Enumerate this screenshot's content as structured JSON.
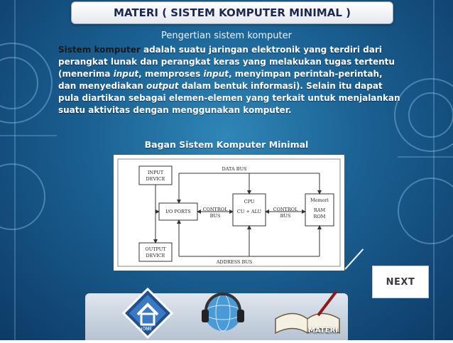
{
  "header": {
    "title": "MATERI ( SISTEM KOMPUTER MINIMAL )"
  },
  "subtitle": "Pengertian sistem komputer",
  "paragraph": {
    "highlight": "Sistem komputer",
    "part1": " adalah suatu jaringan elektronik yang terdiri dari perangkat lunak dan perangkat keras yang melakukan tugas tertentu (menerima ",
    "input1": "input",
    "part2": ", memproses ",
    "input2": "input",
    "part3": ", menyimpan perintah-perintah, dan menyediakan ",
    "output": "output",
    "part4": " dalam bentuk informasi). Selain itu dapat pula diartikan sebagai elemen-elemen yang terkait untuk menjalankan suatu aktivitas dengan menggunakan komputer."
  },
  "diagram_title": "Bagan Sistem Komputer Minimal",
  "diagram": {
    "input_device_1": "INPUT",
    "input_device_2": "DEVICE",
    "output_device_1": "OUTPUT",
    "output_device_2": "DEVICE",
    "io_ports": "I/O PORTS",
    "control_bus_1a": "CONTROL",
    "control_bus_1b": "BUS",
    "cpu_1": "CPU",
    "cpu_2": "CU + ALU",
    "control_bus_2a": "CONTROL",
    "control_bus_2b": "BUS",
    "memori_1": "Memori",
    "memori_2": "RAM",
    "memori_3": "ROM",
    "data_bus": "DATA BUS",
    "address_bus": "ADDRESS BUS"
  },
  "nav": {
    "next": "NEXT",
    "home": "HOME",
    "materi": "MATERI"
  },
  "colors": {
    "background": "#1a5f91",
    "header_text": "#1b2850",
    "highlight_text": "#1a1a1a"
  }
}
